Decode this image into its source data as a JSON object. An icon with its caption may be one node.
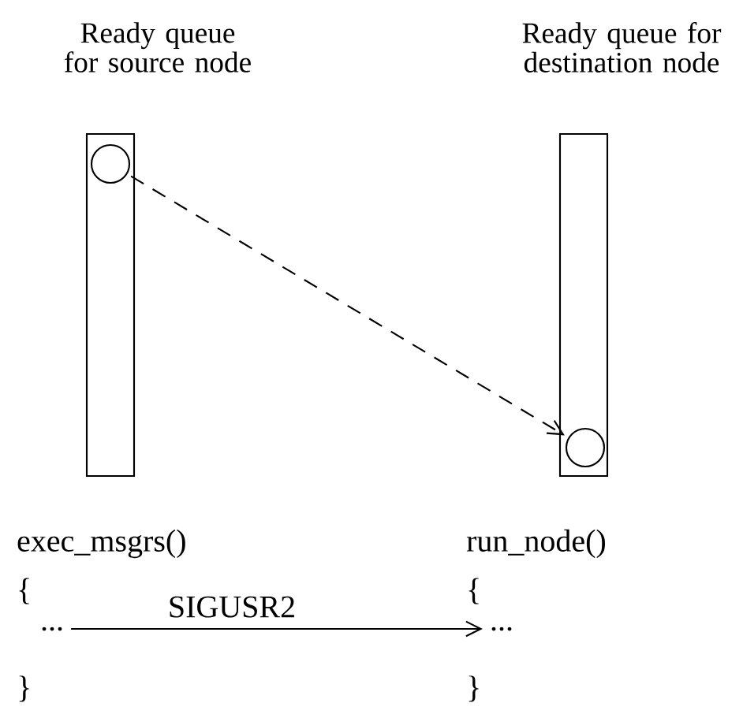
{
  "diagram": {
    "nodes": [
      {
        "text": [
          "Ready queue for source node"
        ]
      },
      {
        "text": [],
        "shape": "circle",
        "in": 0
      },
      {
        "text": [
          "Ready queue for destination node"
        ]
      },
      {
        "text": [],
        "shape": "circle",
        "in": 2
      },
      {
        "text": [
          "..."
        ]
      },
      {
        "text": [
          "..."
        ]
      }
    ],
    "edges": [
      {
        "from": 1,
        "to": 3,
        "arrow": "to",
        "style": "dashed"
      },
      {
        "from": 4,
        "to": 5,
        "arrow": "to",
        "label": "SIGUSR2"
      }
    ],
    "labels": [
      "exec_msgrs()",
      "run_node()",
      "{",
      "{",
      "}",
      "}"
    ]
  }
}
